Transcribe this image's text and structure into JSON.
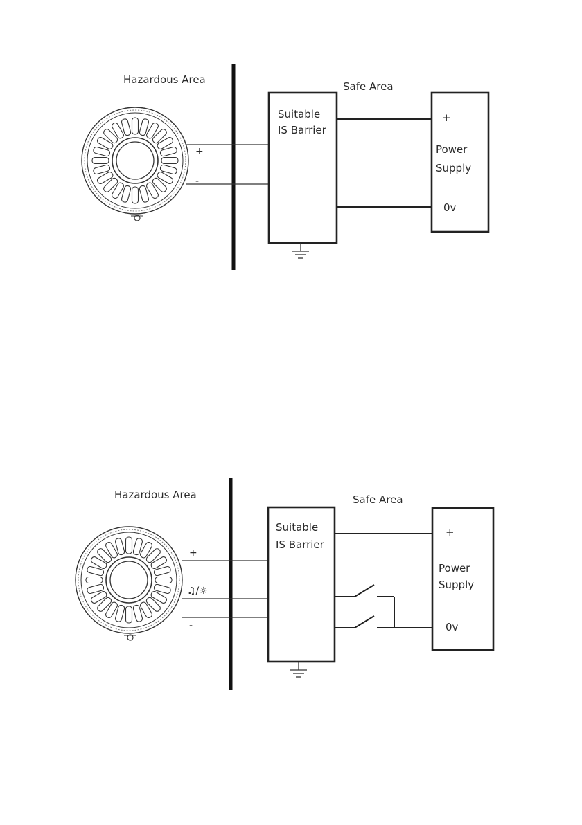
{
  "diagrams": [
    {
      "hazardous_label": "Hazardous Area",
      "safe_label": "Safe Area",
      "barrier_label_1": "Suitable",
      "barrier_label_2": "IS Barrier",
      "psu_label_1": "Power",
      "psu_label_2": "Supply",
      "psu_plus": "+",
      "psu_zero": "0v",
      "term_plus": "+",
      "term_minus": "-"
    },
    {
      "hazardous_label": "Hazardous Area",
      "safe_label": "Safe Area",
      "barrier_label_1": "Suitable",
      "barrier_label_2": "IS Barrier",
      "psu_label_1": "Power",
      "psu_label_2": "Supply",
      "psu_plus": "+",
      "psu_zero": "0v",
      "term_plus": "+",
      "term_mode": "♫/☼",
      "term_minus": "-"
    }
  ]
}
